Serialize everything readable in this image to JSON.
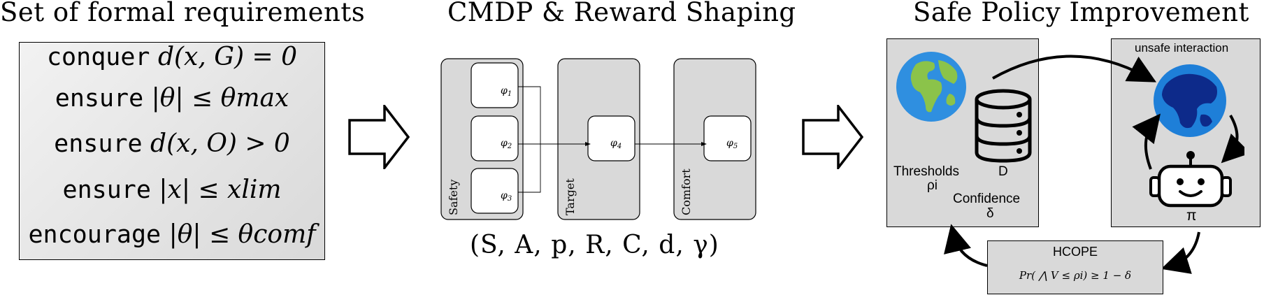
{
  "sections": {
    "requirements_title": "Set of formal requirements",
    "cmdp_title": "CMDP & Reward Shaping",
    "spi_title": "Safe Policy Improvement"
  },
  "requirements": [
    {
      "keyword": "conquer",
      "expr": "d(x, G) = 0"
    },
    {
      "keyword": "ensure",
      "expr": "|θ| ≤ θmax"
    },
    {
      "keyword": "ensure",
      "expr": "d(x, O) > 0"
    },
    {
      "keyword": "ensure",
      "expr": "|x| ≤ xlim"
    },
    {
      "keyword": "encourage",
      "expr": "|θ| ≤ θcomf"
    }
  ],
  "cmdp": {
    "groups": [
      "Safety",
      "Target",
      "Comfort"
    ],
    "nodes": [
      "φ1",
      "φ2",
      "φ3",
      "φ4",
      "φ5"
    ],
    "tuple": "(S,  A,  p,  R,  C,  d,  γ)"
  },
  "spi": {
    "unsafe_label": "unsafe interaction",
    "thresholds_label": "Thresholds",
    "rho_label": "ρi",
    "dataset_label": "D",
    "confidence_label": "Confidence",
    "delta_label": "δ",
    "policy_label": "π",
    "hcope_title": "HCOPE",
    "hcope_formula": "Pr( ⋀ V ≤ ρi) ≥ 1 − δ"
  },
  "colors": {
    "panel_fill": "#d9d9d9",
    "earth_ocean": "#2f8fe0",
    "earth_land": "#8bc34a",
    "earth_dark_ocean": "#1565c0",
    "earth_dark_land": "#0d2a8a"
  }
}
